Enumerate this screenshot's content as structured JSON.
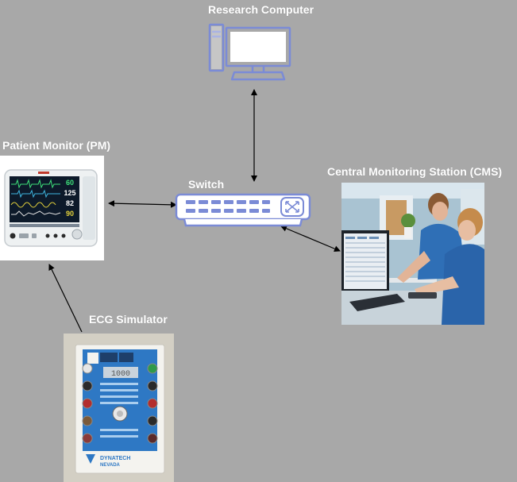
{
  "diagram": {
    "nodes": {
      "research_computer": {
        "label": "Research Computer",
        "icon": "desktop-computer-icon"
      },
      "patient_monitor": {
        "label": "Patient Monitor (PM)",
        "readouts": [
          "60",
          "125",
          "82",
          "90"
        ]
      },
      "switch": {
        "label": "Switch",
        "icon": "network-switch-icon"
      },
      "cms": {
        "label": "Central Monitoring Station (CMS)"
      },
      "ecg_simulator": {
        "label": "ECG Simulator",
        "display_value": "1000",
        "brand_line1": "DYNATECH",
        "brand_line2": "NEVADA"
      }
    },
    "edges": [
      {
        "from": "research_computer",
        "to": "switch",
        "arrows": "both"
      },
      {
        "from": "switch",
        "to": "patient_monitor",
        "arrows": "both"
      },
      {
        "from": "switch",
        "to": "cms",
        "arrows": "both"
      },
      {
        "from": "ecg_simulator",
        "to": "patient_monitor",
        "arrows": "end"
      }
    ]
  },
  "colors": {
    "background": "#a8a8a8",
    "icon_blue": "#7b8bd6",
    "label": "#ffffff"
  }
}
